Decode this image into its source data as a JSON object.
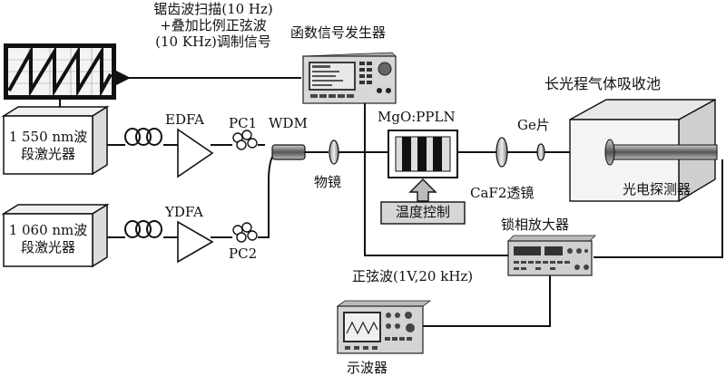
{
  "labels": {
    "sawtooth_line1": "锯齿波扫描(10 Hz)",
    "sawtooth_line2": "+叠加比例正弦波",
    "sawtooth_line3": "(10 KHz)调制信号",
    "function_generator": "函数信号发生器",
    "gas_cell": "长光程气体吸收池",
    "laser_1550_line1": "1 550 nm波",
    "laser_1550_line2": "段激光器",
    "laser_1060_line1": "1 060 nm波",
    "laser_1060_line2": "段激光器",
    "edfa": "EDFA",
    "ydfa": "YDFA",
    "pc1": "PC1",
    "pc2": "PC2",
    "wdm": "WDM",
    "mgo_ppln": "MgO:PPLN",
    "ge_plate": "Ge片",
    "objective_lens": "物镜",
    "caf2_lens": "CaF2透镜",
    "photodetector": "光电探测器",
    "temperature_control": "温度控制",
    "lockin_amplifier": "锁相放大器",
    "sine_wave": "正弦波(1V,20 kHz)",
    "oscilloscope": "示波器"
  },
  "colors": {
    "line": "#111111",
    "instrument_body": "#cfcfcf",
    "screen": "#e8e8e8"
  }
}
